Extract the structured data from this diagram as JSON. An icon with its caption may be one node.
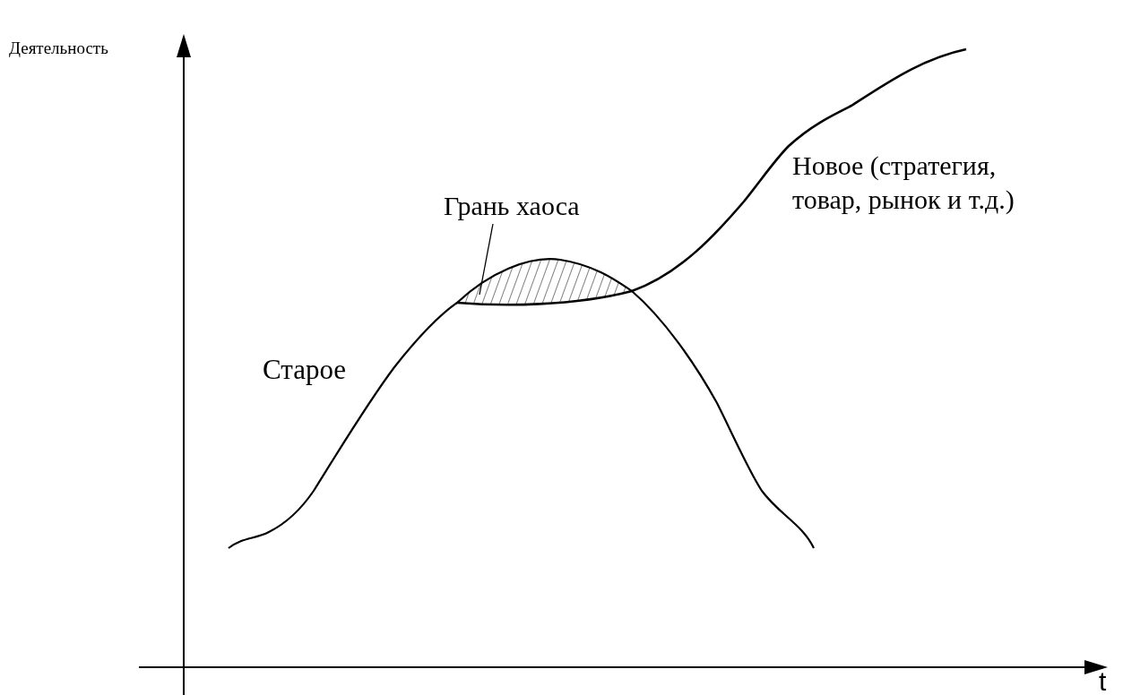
{
  "diagram": {
    "nodes": [
      {
        "text": [
          "Грань хаоса"
        ]
      },
      {
        "text": [],
        "shape": "picture"
      }
    ],
    "edges": [
      {
        "from": 0,
        "to": 1,
        "arrow": "none"
      }
    ],
    "labels": [
      "Деятельность",
      "t",
      "Старое",
      "Новое (стратегия, товар, рынок и т.д.)"
    ]
  }
}
